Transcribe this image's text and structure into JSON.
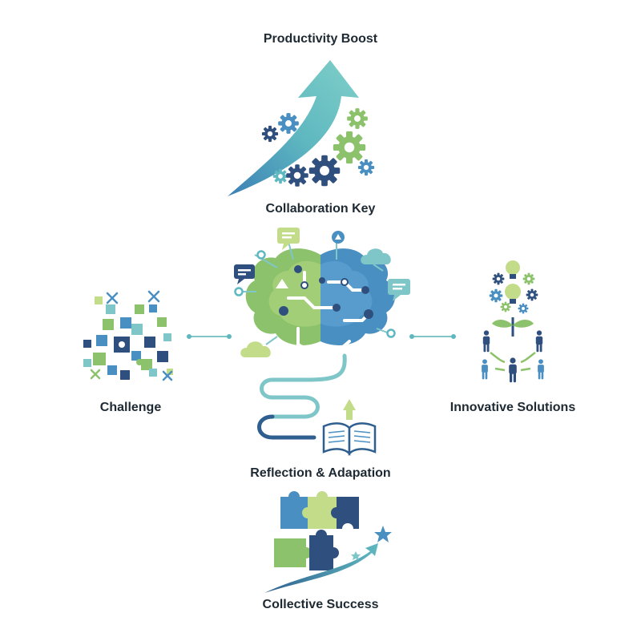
{
  "labels": {
    "productivity_boost": "Productivity Boost",
    "collaboration_key": "Collaboration Key",
    "challenge": "Challenge",
    "innovative_solutions": "Innovative Solutions",
    "reflection_adaptation": "Reflection & Adapation",
    "collective_success": "Collective Success"
  },
  "colors": {
    "navy": "#2f4f7f",
    "blue": "#4a8fc2",
    "teal": "#5fb8c0",
    "green": "#8cc26b",
    "light_green": "#c3dc8a",
    "connector": "#7fc6c8"
  },
  "icons": [
    "rising-arrow-icon",
    "gear-icon",
    "brain-circuit-icon",
    "chat-bubble-icon",
    "cloud-icon",
    "puzzle-piece-icon",
    "lightbulb-icon",
    "person-icon",
    "open-book-icon",
    "star-icon"
  ]
}
